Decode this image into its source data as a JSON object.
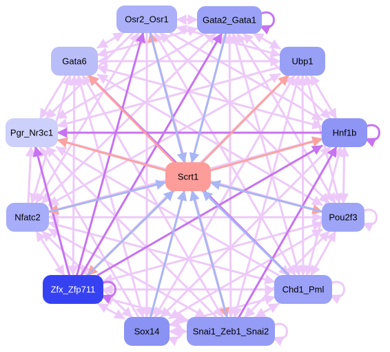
{
  "nodes": [
    {
      "id": "scrt1",
      "label": "Scrt1",
      "fill": "#fc9d9a",
      "text": "#000000"
    },
    {
      "id": "osr2",
      "label": "Osr2_Osr1",
      "fill": "#abb0f8",
      "text": "#000000"
    },
    {
      "id": "gata2",
      "label": "Gata2_Gata1",
      "fill": "#9aa1f6",
      "text": "#000000"
    },
    {
      "id": "gata6",
      "label": "Gata6",
      "fill": "#b9bdf8",
      "text": "#000000"
    },
    {
      "id": "ubp1",
      "label": "Ubp1",
      "fill": "#98a0f6",
      "text": "#000000"
    },
    {
      "id": "pgr",
      "label": "Pgr_Nr3c1",
      "fill": "#cdd0fa",
      "text": "#000000"
    },
    {
      "id": "hnf1b",
      "label": "Hnf1b",
      "fill": "#8e95f5",
      "text": "#000000"
    },
    {
      "id": "nfatc2",
      "label": "Nfatc2",
      "fill": "#a7adf8",
      "text": "#000000"
    },
    {
      "id": "pou2f3",
      "label": "Pou2f3",
      "fill": "#9ea5f6",
      "text": "#000000"
    },
    {
      "id": "zfx",
      "label": "Zfx_Zfp711",
      "fill": "#3642f2",
      "text": "#ffffff"
    },
    {
      "id": "chd1",
      "label": "Chd1_Pml",
      "fill": "#9aa1f6",
      "text": "#000000"
    },
    {
      "id": "sox14",
      "label": "Sox14",
      "fill": "#8a92f4",
      "text": "#000000"
    },
    {
      "id": "snai1",
      "label": "Snai1_Zeb1_Snai2",
      "fill": "#959cf6",
      "text": "#000000"
    }
  ],
  "edge_colors": {
    "light": "#edc9f9",
    "purple": "#c772f1",
    "salmon": "#fca2a0",
    "blue": "#a9b6f5"
  }
}
